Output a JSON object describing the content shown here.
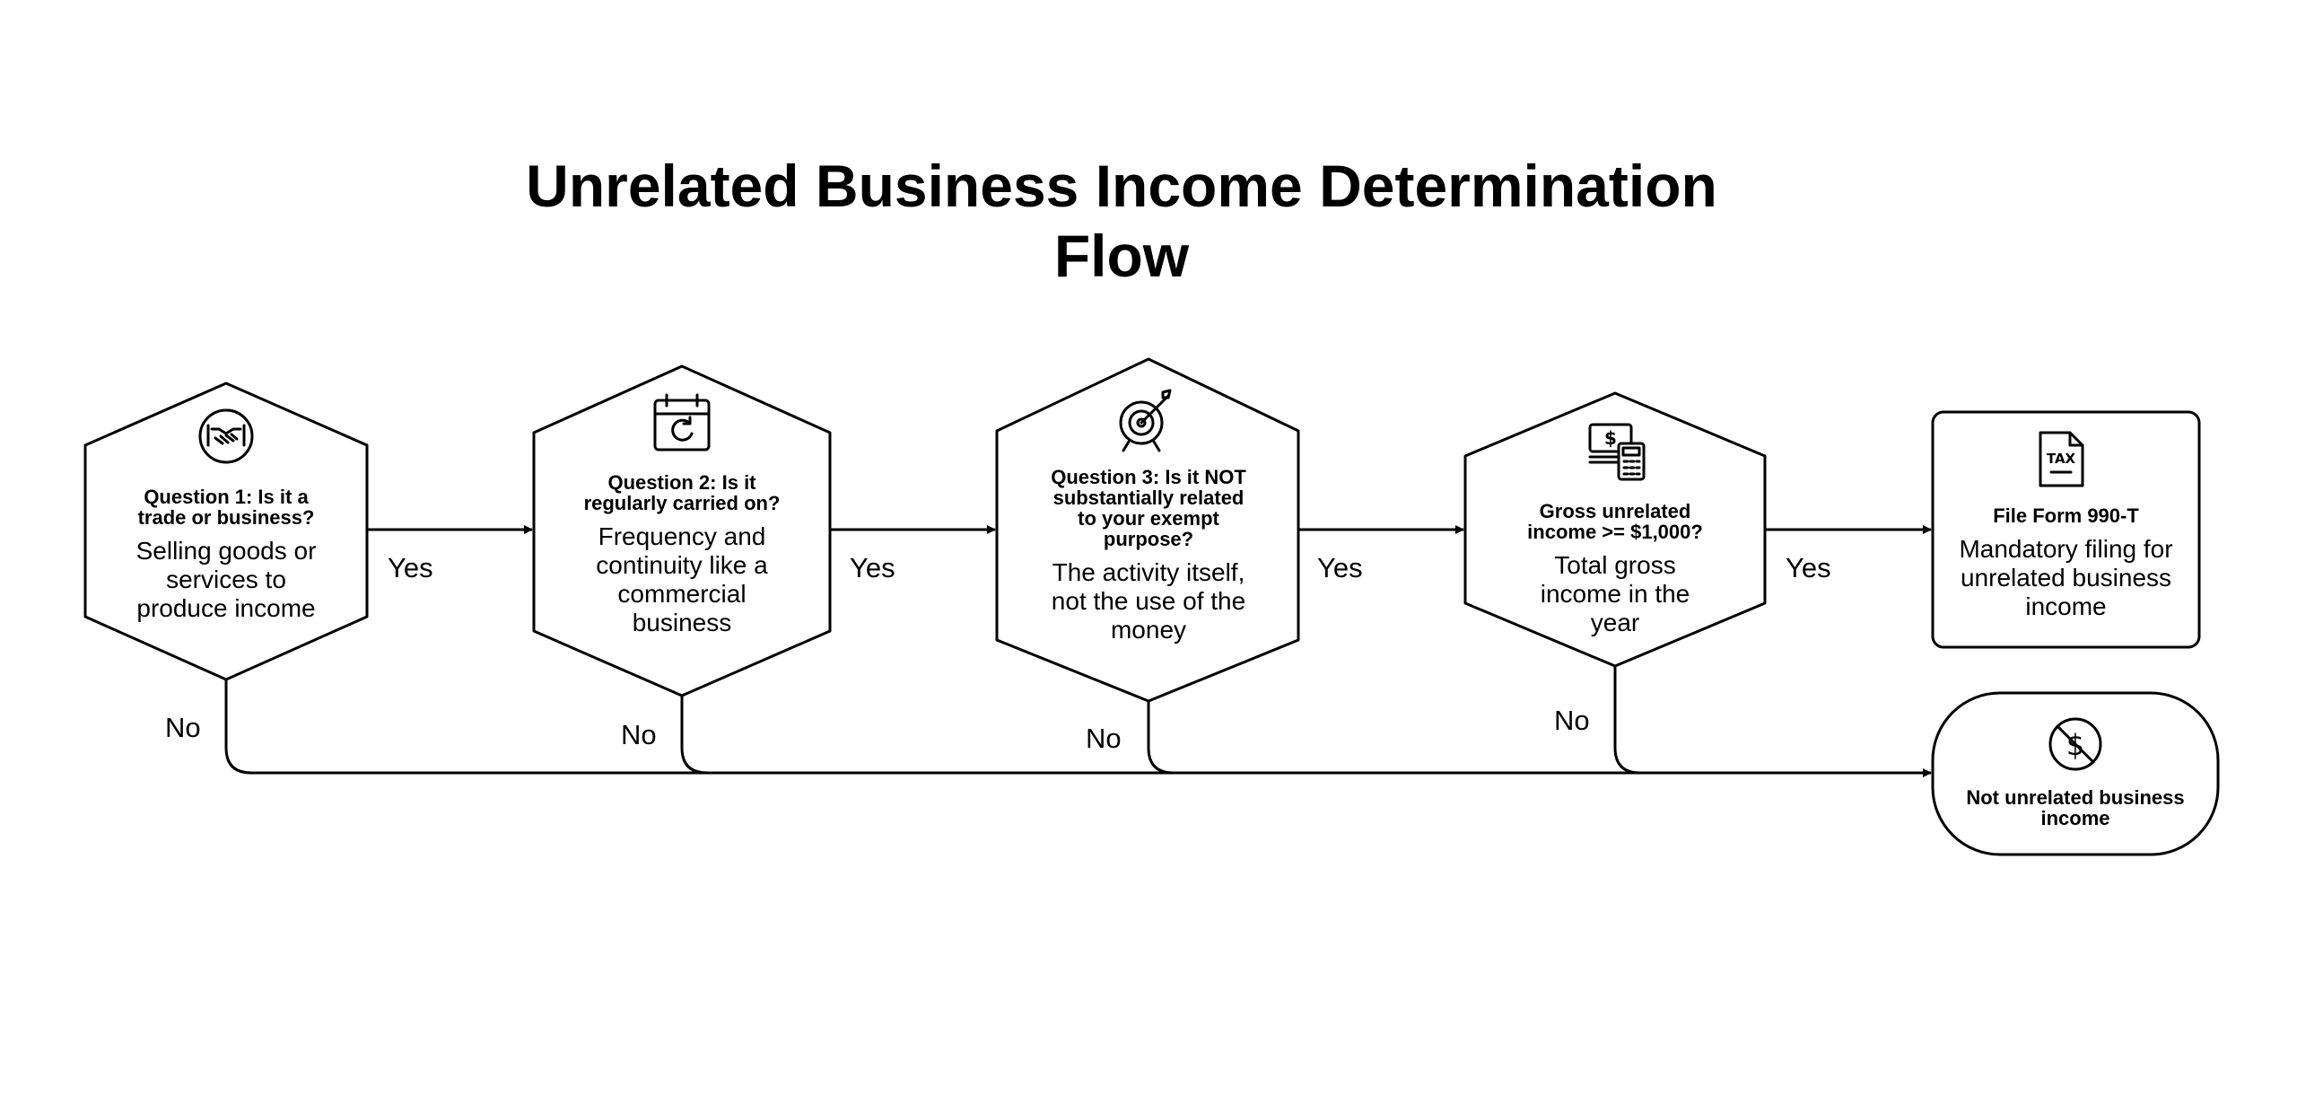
{
  "title": {
    "line1": "Unrelated Business Income Determination",
    "line2": "Flow"
  },
  "nodes": [
    {
      "id": "q1",
      "icon": "handshake-icon",
      "question": "Question 1: Is it a trade or business?",
      "detail": "Selling goods or services to produce income"
    },
    {
      "id": "q2",
      "icon": "calendar-icon",
      "question": "Question 2: Is it regularly carried on?",
      "detail": "Frequency and continuity like a commercial business"
    },
    {
      "id": "q3",
      "icon": "target-icon",
      "question": "Question 3: Is it NOT substantially related to your exempt purpose?",
      "detail": "The activity itself, not the use of the money"
    },
    {
      "id": "q4",
      "icon": "money-calculator-icon",
      "question": "Gross unrelated income >= $1,000?",
      "detail": "Total gross income in the year"
    },
    {
      "id": "file",
      "icon": "tax-document-icon",
      "question": "File Form 990-T",
      "detail": "Mandatory filing for unrelated business income"
    },
    {
      "id": "not-ubi",
      "icon": "no-dollar-icon",
      "question": "Not unrelated business income",
      "detail": ""
    }
  ],
  "edge_labels": {
    "yes": "Yes",
    "no": "No"
  }
}
